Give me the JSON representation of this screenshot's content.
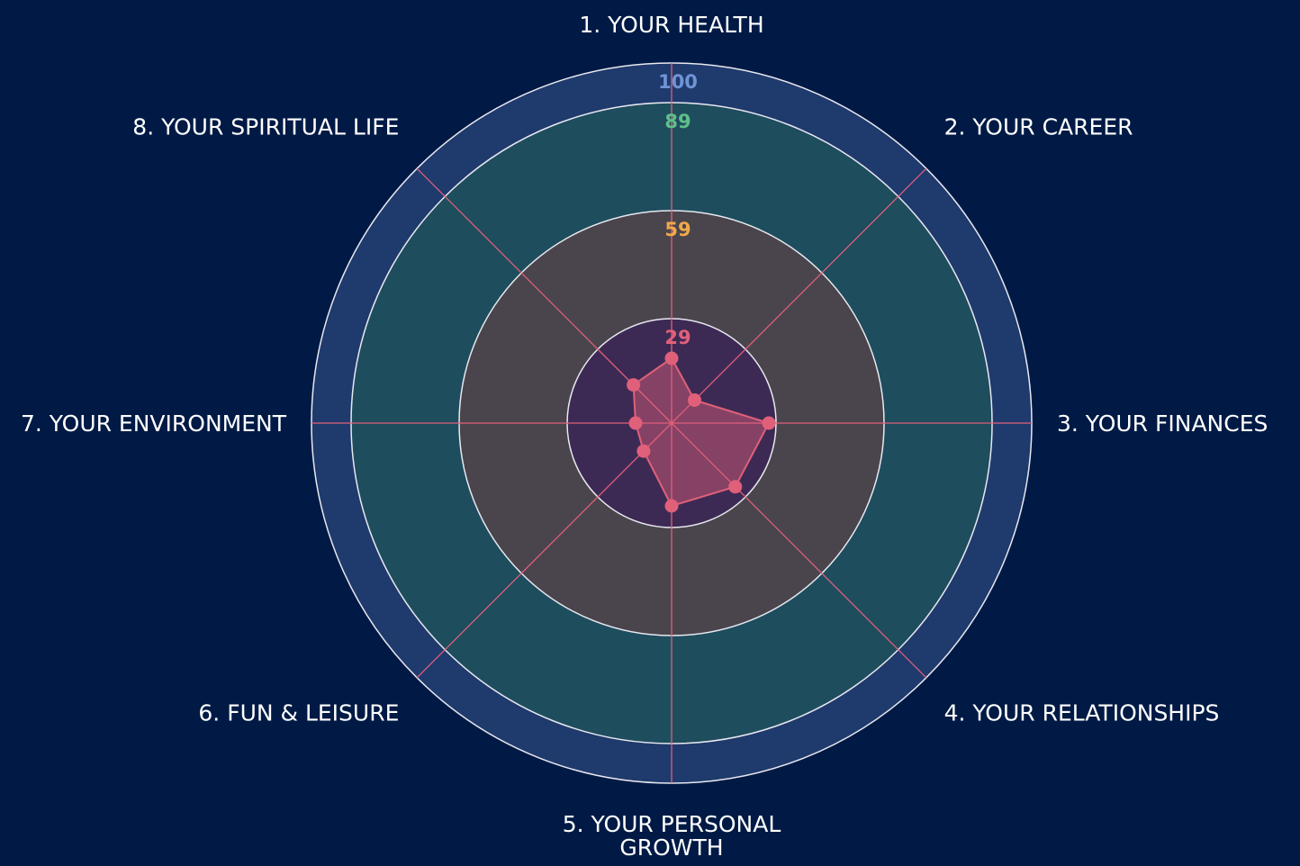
{
  "chart_data": {
    "type": "radar",
    "title": "",
    "categories": [
      "1. YOUR HEALTH",
      "2. YOUR CAREER",
      "3. YOUR FINANCES",
      "4. YOUR RELATIONSHIPS",
      "5. YOUR PERSONAL GROWTH",
      "6. FUN & LEISURE",
      "7. YOUR ENVIRONMENT",
      "8. YOUR SPIRITUAL LIFE"
    ],
    "label_lines": [
      [
        "1. YOUR HEALTH"
      ],
      [
        "2. YOUR CAREER"
      ],
      [
        "3. YOUR FINANCES"
      ],
      [
        "4. YOUR RELATIONSHIPS"
      ],
      [
        "5. YOUR PERSONAL",
        "GROWTH"
      ],
      [
        "6. FUN & LEISURE"
      ],
      [
        "7. YOUR ENVIRONMENT"
      ],
      [
        "8. YOUR SPIRITUAL LIFE"
      ]
    ],
    "series": [
      {
        "values": [
          18,
          9,
          27,
          25,
          23,
          11,
          10,
          15
        ]
      }
    ],
    "rlim": [
      0,
      100
    ],
    "rings": [
      {
        "value": 100,
        "label": "100",
        "fill": "#1f3a6c",
        "label_color": "#6f94d6"
      },
      {
        "value": 89,
        "label": "89",
        "fill": "#1e4d5e",
        "label_color": "#5fbf8a"
      },
      {
        "value": 59,
        "label": "59",
        "fill": "#4a454d",
        "label_color": "#f0a84a"
      },
      {
        "value": 29,
        "label": "29",
        "fill": "#3d2a54",
        "label_color": "#e0607a"
      }
    ],
    "colors": {
      "background": "#001a45",
      "grid": "#e8e8f0",
      "spoke": "#e0607a",
      "series": "#e0607a",
      "series_fill": "rgba(224,96,122,0.45)",
      "label": "#ffffff"
    }
  }
}
